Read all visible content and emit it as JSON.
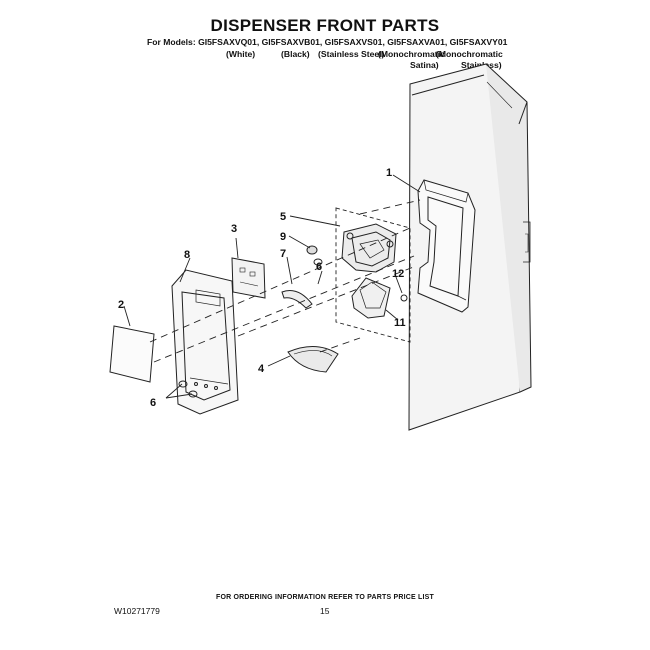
{
  "header": {
    "title": "DISPENSER FRONT PARTS",
    "models_line": "For Models: GI5FSAXVQ01, GI5FSAXVB01, GI5FSAXVS01, GI5FSAXVA01, GI5FSAXVY01",
    "variants": {
      "white": "(White)",
      "black": "(Black)",
      "stainless_steel": "(Stainless Steel)",
      "mono_satina_1": "(Monochromatic",
      "mono_satina_2": "Satina)",
      "mono_stainless_1": "(Monochromatic",
      "mono_stainless_2": "Stainless)"
    }
  },
  "callouts": {
    "c1": "1",
    "c2": "2",
    "c3": "3",
    "c4": "4",
    "c5": "5",
    "c6a": "6",
    "c6b": "6",
    "c7": "7",
    "c8": "8",
    "c9": "9",
    "c11": "11",
    "c12": "12"
  },
  "footer": {
    "ordering_note": "FOR ORDERING INFORMATION REFER TO PARTS PRICE LIST",
    "document_number": "W10271779",
    "page_number": "15"
  }
}
